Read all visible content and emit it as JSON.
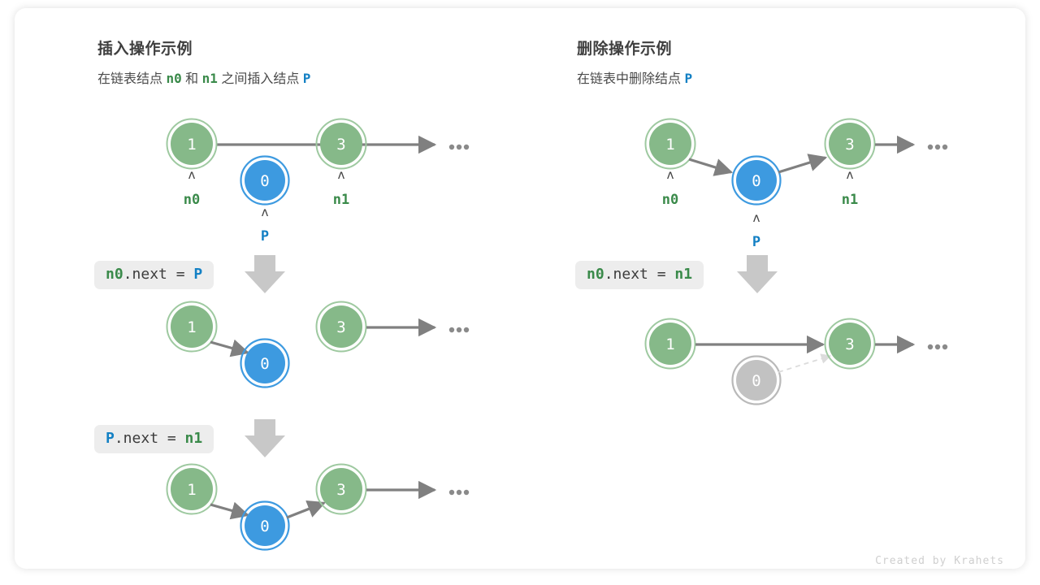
{
  "card": {
    "credit": "Created by Krahets"
  },
  "panels": [
    {
      "id": "insert",
      "title": "插入操作示例",
      "subtitle_parts": [
        {
          "text": "在链表结点 ",
          "style": "plain"
        },
        {
          "text": "n0",
          "style": "green"
        },
        {
          "text": " 和 ",
          "style": "plain"
        },
        {
          "text": "n1",
          "style": "green"
        },
        {
          "text": " 之间插入结点 ",
          "style": "plain"
        },
        {
          "text": "P",
          "style": "blue"
        }
      ],
      "steps": [
        {
          "code_parts": [
            {
              "text": "n0",
              "style": "green"
            },
            {
              "text": ".next = ",
              "style": "plain"
            },
            {
              "text": "P",
              "style": "blue"
            }
          ]
        },
        {
          "code_parts": [
            {
              "text": "P",
              "style": "blue"
            },
            {
              "text": ".next = ",
              "style": "plain"
            },
            {
              "text": "n1",
              "style": "green"
            }
          ]
        }
      ]
    },
    {
      "id": "delete",
      "title": "删除操作示例",
      "subtitle_parts": [
        {
          "text": "在链表中删除结点 ",
          "style": "plain"
        },
        {
          "text": "P",
          "style": "blue"
        }
      ],
      "steps": [
        {
          "code_parts": [
            {
              "text": "n0",
              "style": "green"
            },
            {
              "text": ".next = ",
              "style": "plain"
            },
            {
              "text": "n1",
              "style": "green"
            }
          ]
        }
      ]
    }
  ],
  "labels": {
    "n0": "n0",
    "n1": "n1",
    "p": "P",
    "caret": "ʌ",
    "ellipsis": "•••"
  },
  "nodes": {
    "value_1": "1",
    "value_3": "3",
    "value_0": "0"
  },
  "colors": {
    "green_fill": "#86b989",
    "green_ring": "#9ec9a0",
    "blue_fill": "#3d9ae0",
    "blue_ring": "#3d9ae0",
    "gray_fill": "#c2c2c2",
    "gray_ring": "#b9b9b9",
    "arrow": "#808080",
    "dashed_arrow": "#dcdcdc",
    "chip_bg": "#ededed",
    "step_arrow": "#c8c8c8",
    "credit": "#cfcfcf"
  }
}
